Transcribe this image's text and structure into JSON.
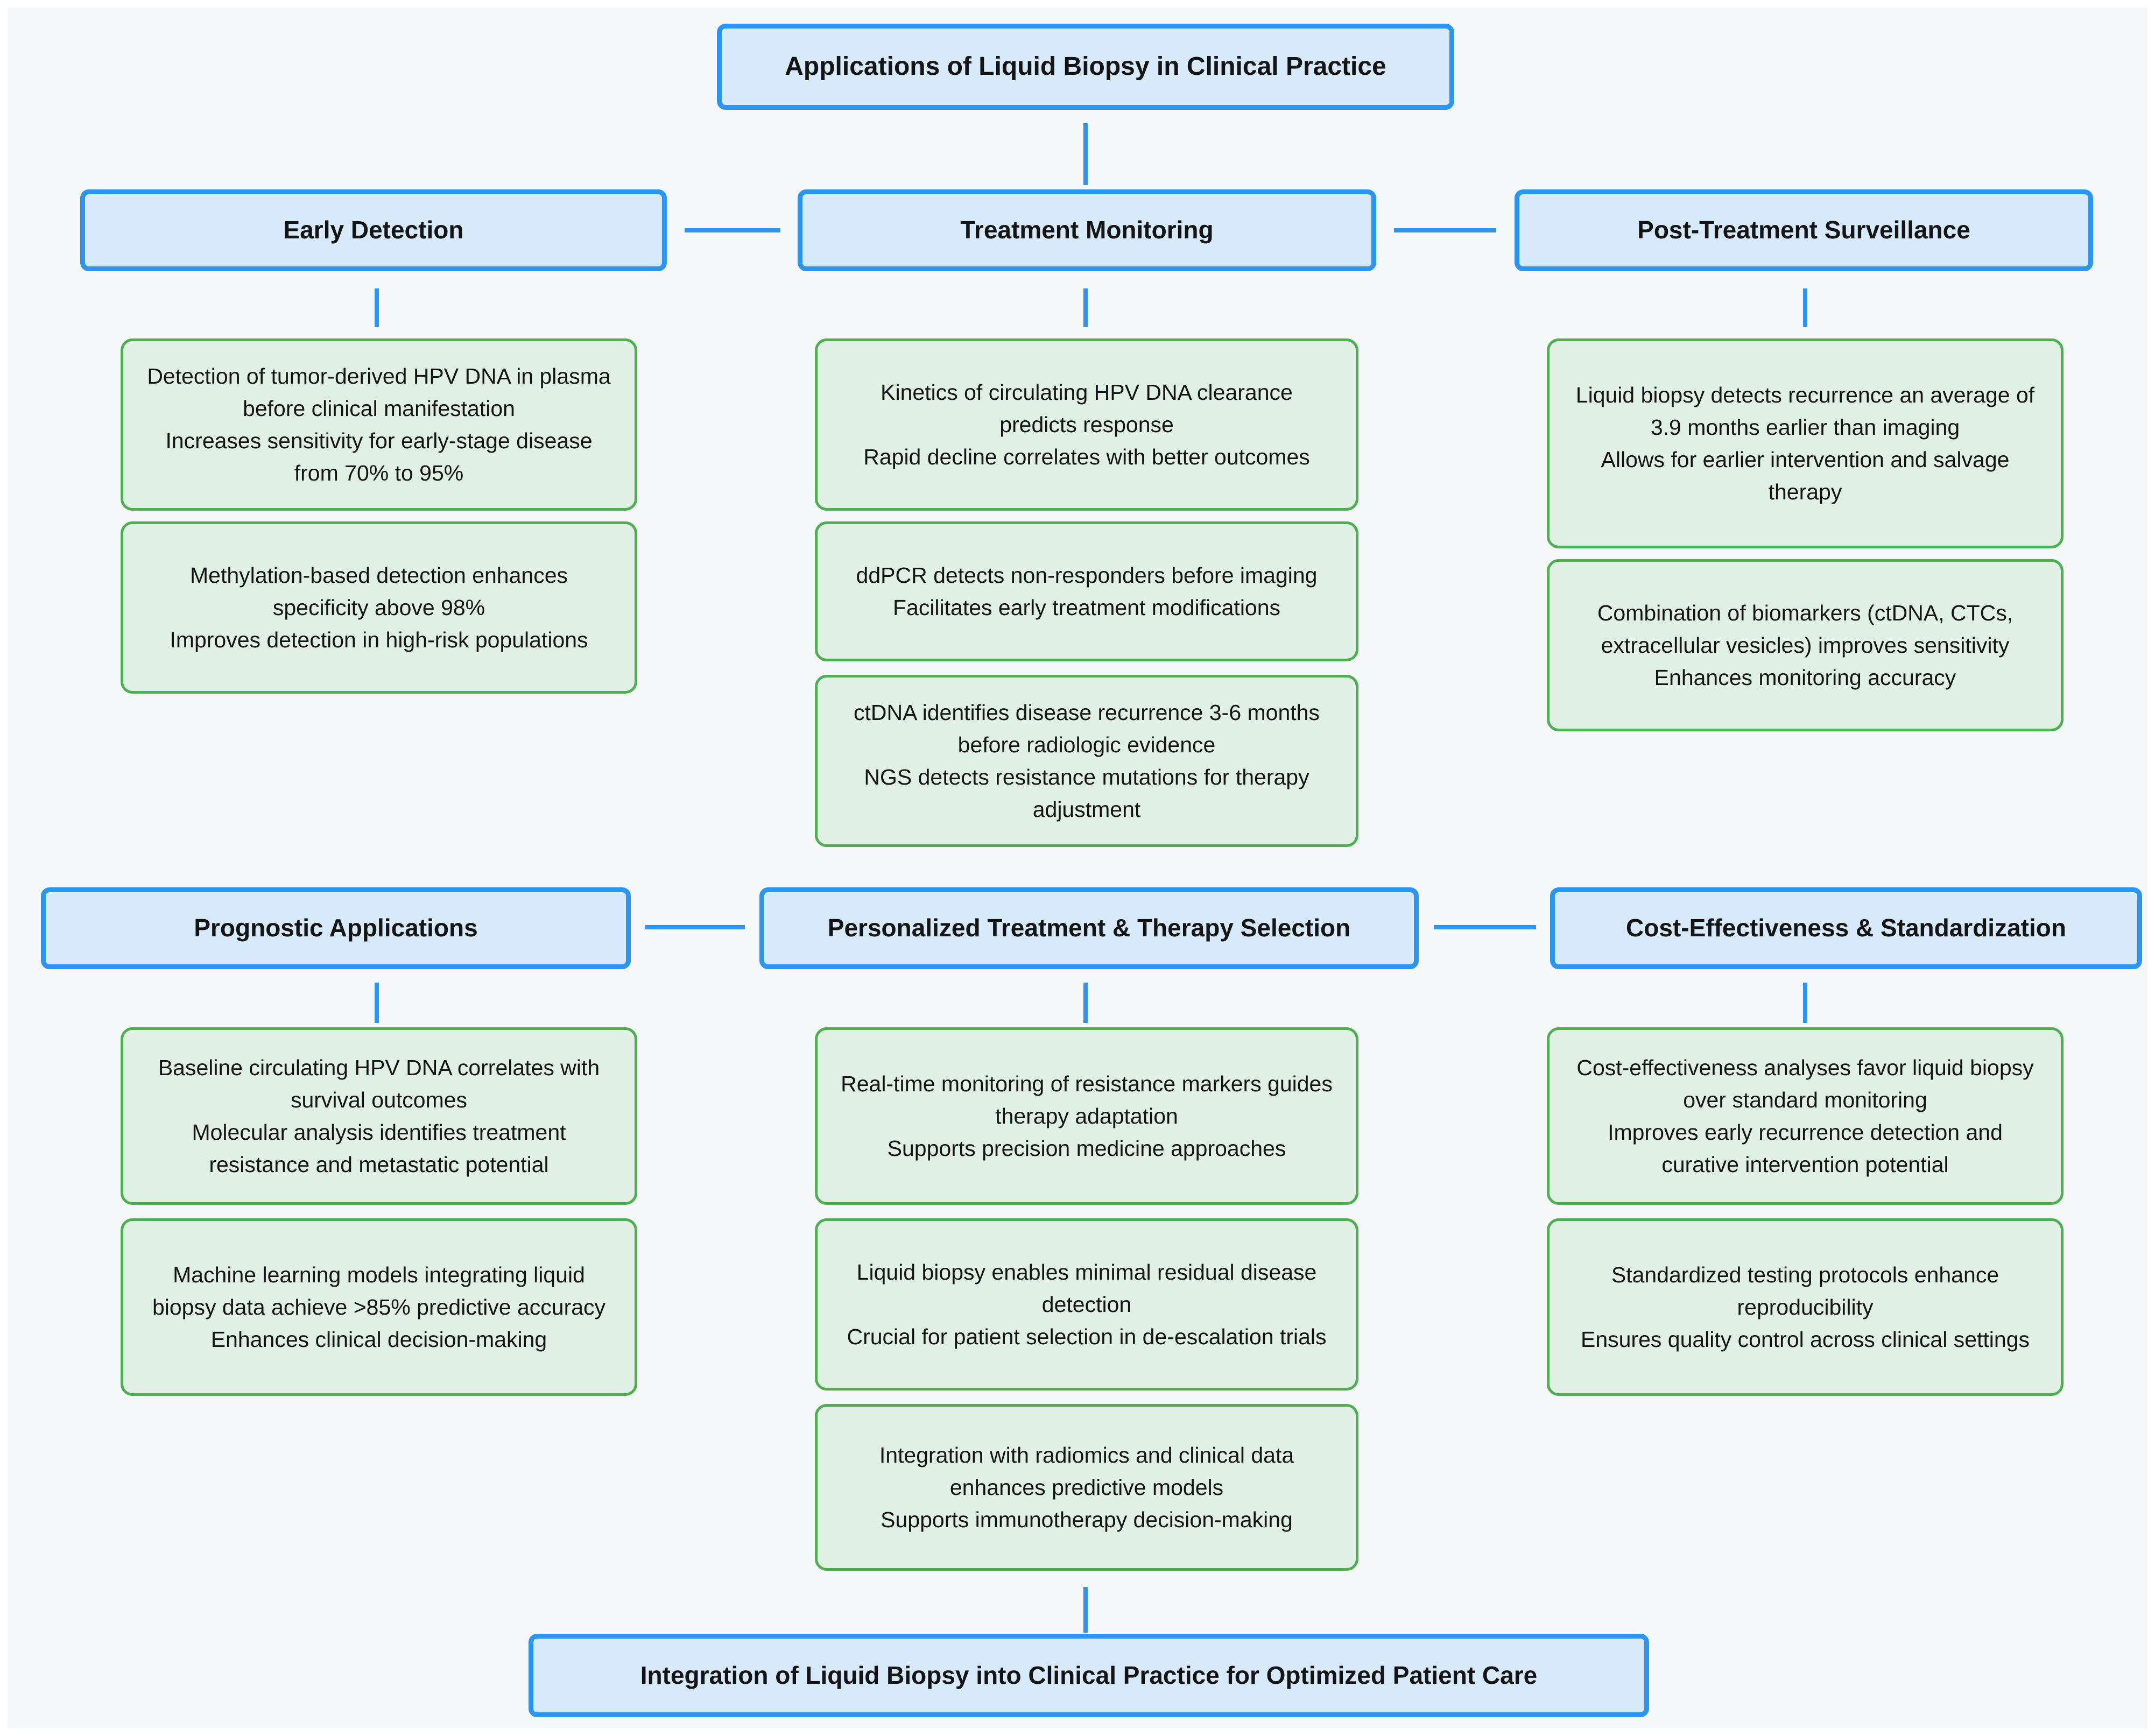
{
  "diagram": {
    "title": "Applications of Liquid Biopsy in Clinical Practice",
    "footer": "Integration of Liquid Biopsy into Clinical Practice for Optimized Patient Care",
    "colors": {
      "node_fill_blue": "#d7eafc",
      "node_border_blue": "#2b95f2",
      "card_fill_green": "#e1f0e4",
      "card_border_green": "#4caf50",
      "connector_blue": "#2b95f2",
      "background": "#f6f7f8",
      "text": "#141414"
    },
    "sections": [
      {
        "header": "Early Detection",
        "cards": [
          {
            "s1": "Detection of tumor-derived HPV DNA in plasma before clinical manifestation",
            "s2": "Increases sensitivity for early-stage disease from 70% to 95%"
          },
          {
            "s1": "Methylation-based detection enhances specificity above 98%",
            "s2": "Improves detection in high-risk populations"
          }
        ]
      },
      {
        "header": "Treatment Monitoring",
        "cards": [
          {
            "s1": "Kinetics of circulating HPV DNA clearance predicts response",
            "s2": "Rapid decline correlates with better outcomes"
          },
          {
            "s1": "ddPCR detects non-responders before imaging",
            "s2": "Facilitates early treatment modifications"
          },
          {
            "s1": "ctDNA identifies disease recurrence 3-6 months before radiologic evidence",
            "s2": "NGS detects resistance mutations for therapy adjustment"
          }
        ]
      },
      {
        "header": "Post-Treatment Surveillance",
        "cards": [
          {
            "s1": "Liquid biopsy detects recurrence an average of 3.9 months earlier than imaging",
            "s2": "Allows for earlier intervention and salvage therapy"
          },
          {
            "s1": "Combination of biomarkers (ctDNA, CTCs, extracellular vesicles) improves sensitivity",
            "s2": "Enhances monitoring accuracy"
          }
        ]
      },
      {
        "header": "Prognostic Applications",
        "cards": [
          {
            "s1": "Baseline circulating HPV DNA correlates with survival outcomes",
            "s2": "Molecular analysis identifies treatment resistance and metastatic potential"
          },
          {
            "s1": "Machine learning models integrating liquid biopsy data achieve >85% predictive accuracy",
            "s2": "Enhances clinical decision-making"
          }
        ]
      },
      {
        "header": "Personalized Treatment & Therapy Selection",
        "cards": [
          {
            "s1": "Real-time monitoring of resistance markers guides therapy adaptation",
            "s2": "Supports precision medicine approaches"
          },
          {
            "s1": "Liquid biopsy enables minimal residual disease detection",
            "s2": "Crucial for patient selection in de-escalation trials"
          },
          {
            "s1": "Integration with radiomics and clinical data enhances predictive models",
            "s2": "Supports immunotherapy decision-making"
          }
        ]
      },
      {
        "header": "Cost-Effectiveness & Standardization",
        "cards": [
          {
            "s1": "Cost-effectiveness analyses favor liquid biopsy over standard monitoring",
            "s2": "Improves early recurrence detection and curative intervention potential"
          },
          {
            "s1": "Standardized testing protocols enhance reproducibility",
            "s2": "Ensures quality control across clinical settings"
          }
        ]
      }
    ]
  }
}
